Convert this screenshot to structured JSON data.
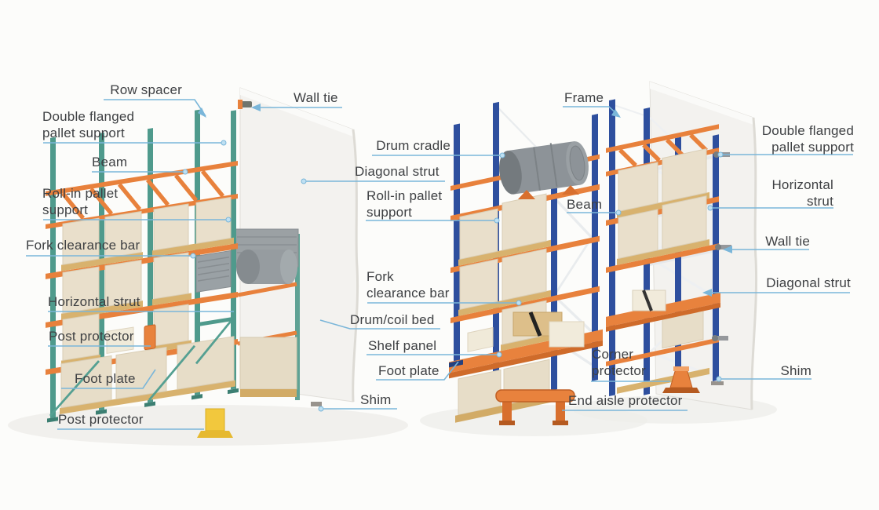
{
  "diagram": {
    "colors": {
      "rack_teal": "#4f9a8c",
      "rack_blue": "#2e4f9e",
      "beam_orange": "#e8813c",
      "leader_line": "#7ab6d9",
      "label_text": "#3e4043",
      "post_protector_yellow": "#f2c83d",
      "drum_gray": "#8d9398",
      "box_beige": "#e9dfcb",
      "wall_white": "#f3f2ef"
    },
    "labels": {
      "row_spacer": "Row spacer",
      "wall_tie_left": "Wall tie",
      "double_flanged_left": "Double flanged\npallet support",
      "beam_left": "Beam",
      "roll_in_left": "Roll-in pallet\nsupport",
      "fork_clearance_left": "Fork clearance bar",
      "horizontal_strut_left": "Horizontal strut",
      "post_protector_upper": "Post protector",
      "foot_plate_left": "Foot plate",
      "post_protector_lower": "Post protector",
      "drum_cradle": "Drum cradle",
      "diagonal_strut_mid": "Diagonal strut",
      "roll_in_mid": "Roll-in pallet\nsupport",
      "fork_clearance_mid": "Fork\nclearance bar",
      "drum_coil_bed": "Drum/coil bed",
      "shelf_panel": "Shelf panel",
      "foot_plate_mid": "Foot plate",
      "shim_mid": "Shim",
      "frame": "Frame",
      "double_flanged_right": "Double flanged\npallet support",
      "horizontal_strut_right": "Horizontal\nstrut",
      "beam_right": "Beam",
      "wall_tie_right": "Wall tie",
      "diagonal_strut_right": "Diagonal strut",
      "corner_protector": "Corner\nprotector",
      "shim_right": "Shim",
      "end_aisle_protector": "End aisle protector"
    }
  }
}
